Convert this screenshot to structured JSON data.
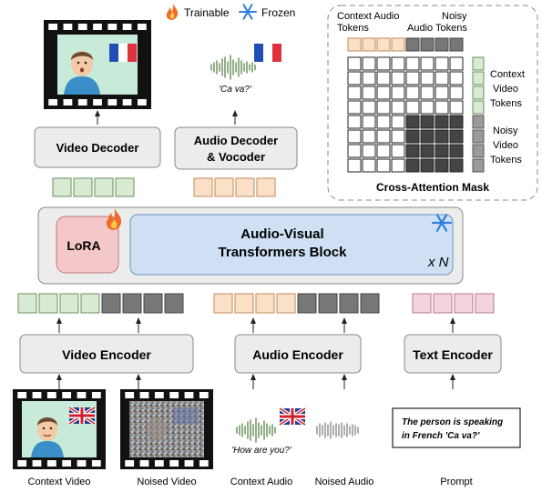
{
  "legend": {
    "trainable_label": "Trainable",
    "frozen_label": "Frozen"
  },
  "decoders": {
    "video": "Video Decoder",
    "audio_line1": "Audio Decoder",
    "audio_line2": "& Vocoder"
  },
  "output_audio_caption": "'Ca va?'",
  "transformer": {
    "lora_label": "LoRA",
    "block_line1": "Audio-Visual",
    "block_line2": "Transformers Block",
    "repeat_label": "x N"
  },
  "encoders": {
    "video": "Video Encoder",
    "audio": "Audio Encoder",
    "text": "Text Encoder"
  },
  "mask_panel": {
    "col_label_context_line1": "Context Audio",
    "col_label_context_line2": "Tokens",
    "col_label_noisy_line1": "Noisy",
    "col_label_noisy_line2": "Audio Tokens",
    "row_label_context": [
      "Context",
      "Video",
      "Tokens"
    ],
    "row_label_noisy": [
      "Noisy",
      "Video",
      "Tokens"
    ],
    "title": "Cross-Attention Mask"
  },
  "inputs": {
    "input_audio_caption": "'How are you?'",
    "prompt_text_line1": "The person is speaking",
    "prompt_text_line2": "in French 'Ca va?'"
  },
  "bottom_labels": {
    "context_video": "Context Video",
    "noised_video": "Noised Video",
    "context_audio": "Context Audio",
    "noised_audio": "Noised Audio",
    "prompt": "Prompt"
  },
  "colors": {
    "video_token": "#d9ead3",
    "video_token_border": "#6a8f5f",
    "audio_token": "#fbe0c8",
    "audio_token_border": "#c28a5a",
    "text_token": "#f3d3e0",
    "text_token_border": "#b07a90",
    "noisy_token": "#777777",
    "lora_fill": "#f4c7c9",
    "transformer_fill": "#cfe0f5",
    "block_fill": "#ececec",
    "mask_dark": "#444444",
    "mask_light": "#ffffff"
  }
}
